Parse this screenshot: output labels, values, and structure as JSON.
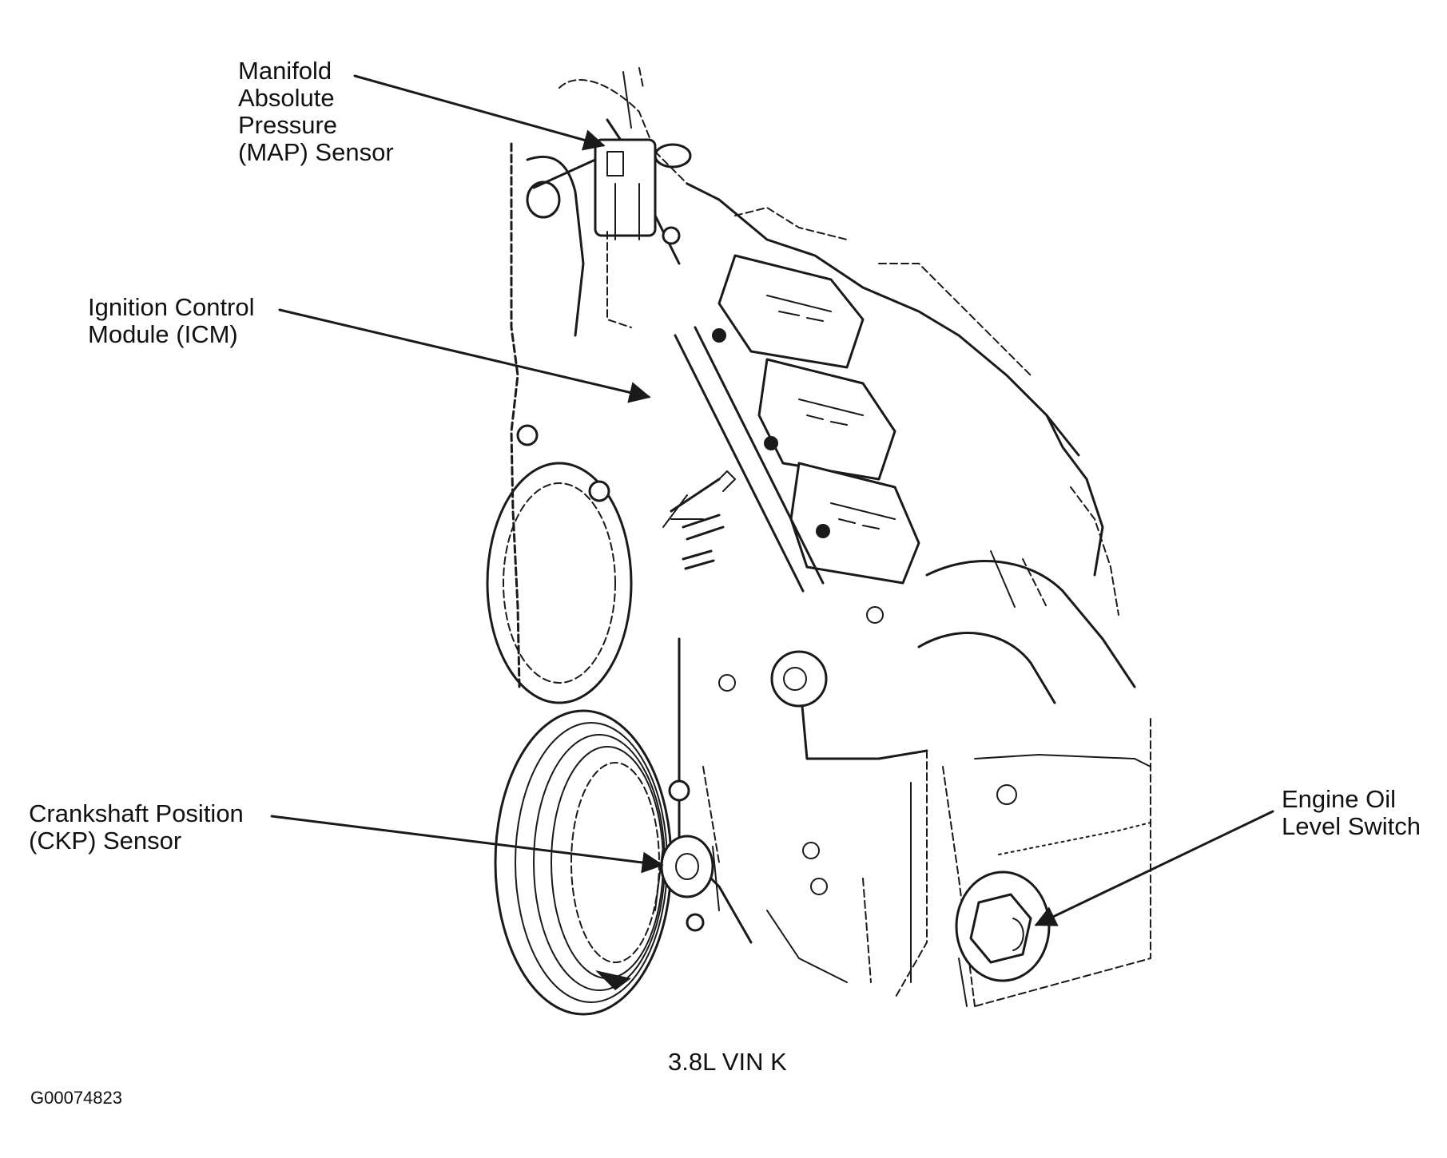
{
  "labels": {
    "map_sensor": "Manifold\nAbsolute\nPressure\n(MAP) Sensor",
    "icm": "Ignition Control\nModule (ICM)",
    "ckp_sensor": "Crankshaft Position\n(CKP) Sensor",
    "oil_level_switch": "Engine Oil\nLevel Switch"
  },
  "caption": "3.8L VIN K",
  "figure_id": "G00074823"
}
